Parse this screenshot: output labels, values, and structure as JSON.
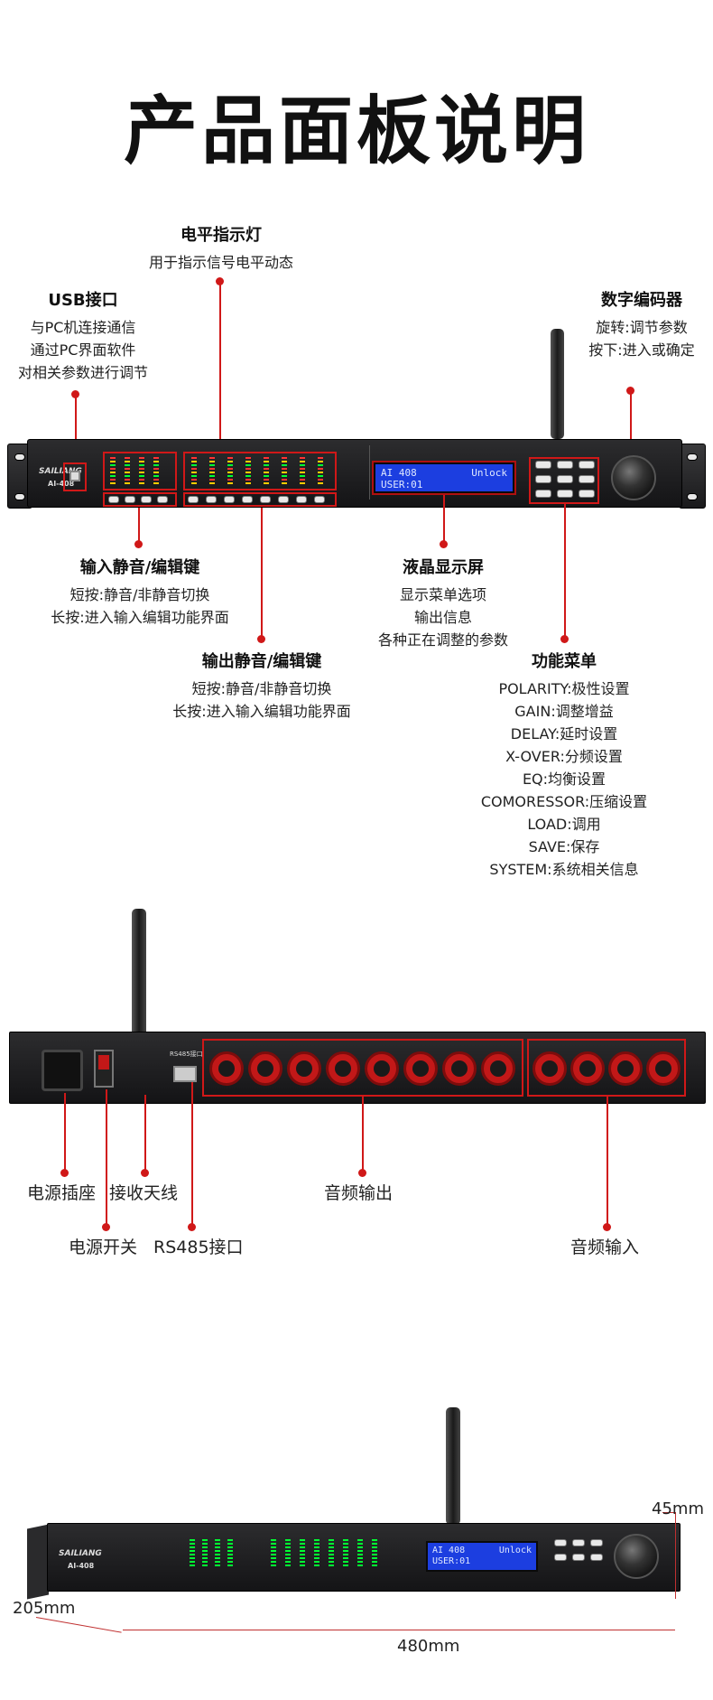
{
  "title": "产品面板说明",
  "front": {
    "usb": {
      "title": "USB接口",
      "lines": [
        "与PC机连接通信",
        "通过PC界面软件",
        "对相关参数进行调节"
      ]
    },
    "level": {
      "title": "电平指示灯",
      "lines": [
        "用于指示信号电平动态"
      ]
    },
    "encoder": {
      "title": "数字编码器",
      "lines": [
        "旋转:调节参数",
        "按下:进入或确定"
      ]
    },
    "input_mute": {
      "title": "输入静音/编辑键",
      "lines": [
        "短按:静音/非静音切换",
        "长按:进入输入编辑功能界面"
      ]
    },
    "lcd": {
      "title": "液晶显示屏",
      "lines": [
        "显示菜单选项",
        "输出信息",
        "各种正在调整的参数"
      ]
    },
    "output_mute": {
      "title": "输出静音/编辑键",
      "lines": [
        "短按:静音/非静音切换",
        "长按:进入输入编辑功能界面"
      ]
    },
    "menu": {
      "title": "功能菜单",
      "lines": [
        "POLARITY:极性设置",
        "GAIN:调整增益",
        "DELAY:延时设置",
        "X-OVER:分频设置",
        "EQ:均衡设置",
        "COMORESSOR:压缩设置",
        "LOAD:调用",
        "SAVE:保存",
        "SYSTEM:系统相关信息"
      ]
    },
    "screen": {
      "line1": "AI 408",
      "status": "Unlock",
      "line2": "USER:01"
    },
    "brand": "SAILIANG",
    "model": "AI-408"
  },
  "rear": {
    "power_socket": "电源插座",
    "antenna": "接收天线",
    "power_switch": "电源开关",
    "rs485": "RS485接口",
    "audio_out": "音频输出",
    "audio_in": "音频输入"
  },
  "dims": {
    "height": "45mm",
    "depth": "205mm",
    "width": "480mm"
  }
}
